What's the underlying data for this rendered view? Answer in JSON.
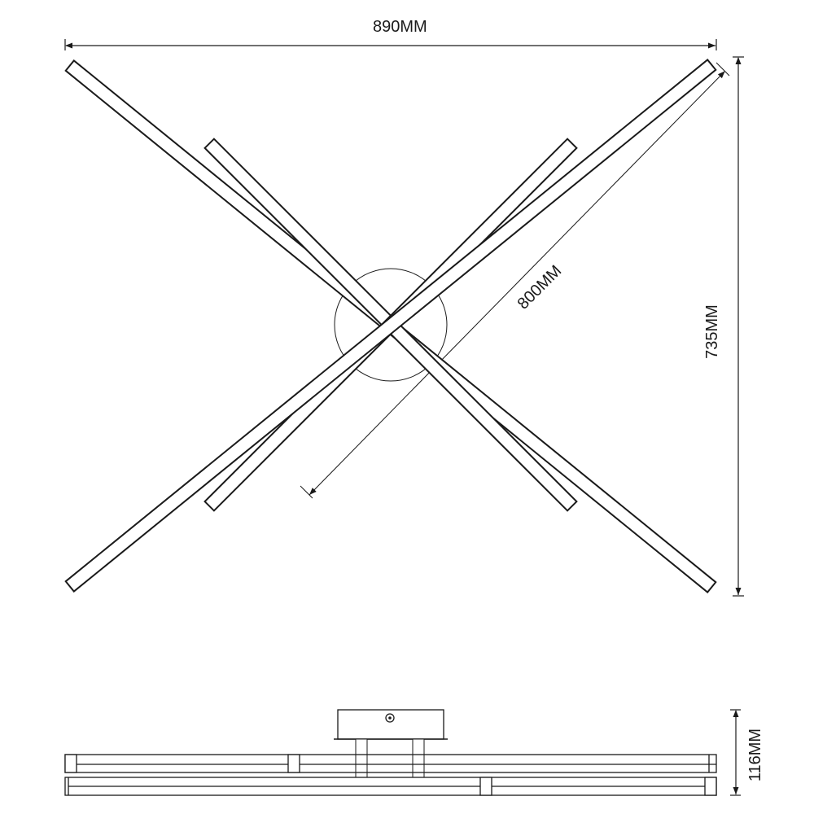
{
  "diagram": {
    "type": "technical-drawing",
    "subject": "cross-shaped LED ceiling lamp",
    "colors": {
      "line": "#1a1a1a",
      "background": "#ffffff"
    },
    "top_view": {
      "dimensions": {
        "overall_width": "890MM",
        "overall_height": "735MM",
        "long_bar_length": "800MM"
      },
      "bars": [
        {
          "name": "outer-bar-tl-br"
        },
        {
          "name": "outer-bar-tr-bl"
        },
        {
          "name": "inner-bar-tl-br"
        },
        {
          "name": "inner-bar-tr-bl"
        }
      ],
      "base": "round canopy"
    },
    "side_view": {
      "dimensions": {
        "overall_depth": "116MM"
      },
      "parts": [
        "canopy",
        "stand-offs",
        "upper bar pair",
        "lower bar pair"
      ]
    }
  }
}
